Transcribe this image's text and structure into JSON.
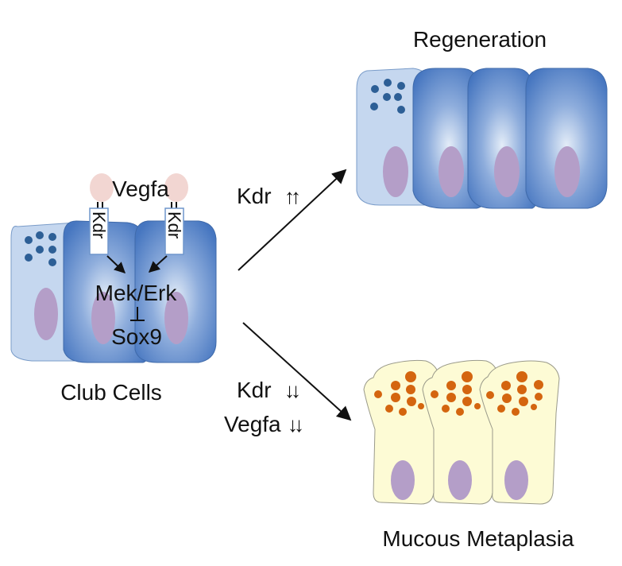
{
  "title_regeneration": "Regeneration",
  "title_mucous": "Mucous Metaplasia",
  "title_club": "Club Cells",
  "pathway": {
    "ligand": "Vegfa",
    "receptor_left": "Kdr",
    "receptor_right": "Kdr",
    "kinase": "Mek/Erk",
    "target": "Sox9"
  },
  "arrow_up_label": {
    "gene": "Kdr",
    "change": "↑↑"
  },
  "arrow_down_labels": [
    {
      "gene": "Kdr",
      "change": "↓↓"
    },
    {
      "gene": "Vegfa",
      "change": "↓↓"
    }
  ],
  "colors": {
    "club_cell_light": "#c5d7ef",
    "club_cell_dark": "#4a7cc4",
    "granule_blue": "#2d5f96",
    "nucleus_purple": "#b49ec8",
    "ligand_pink": "#f2d6d2",
    "mucous_cell": "#fdfbd5",
    "mucus_orange": "#d4650f"
  }
}
